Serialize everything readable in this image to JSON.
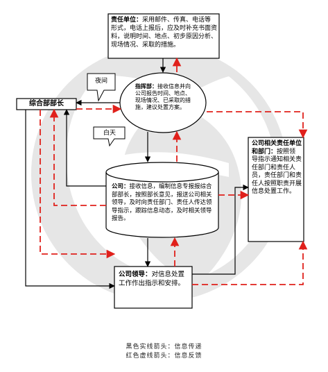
{
  "colors": {
    "info_arrow": "#000000",
    "feedback_arrow": "#e0201b",
    "watermark": "#c9c9c9",
    "box_border": "#000000",
    "background": "#ffffff"
  },
  "watermark": {
    "icon": "company-logo-watermark"
  },
  "nodes": {
    "responsible_unit": {
      "title": "责任单位：",
      "text": "采用邮件、传真、电话等形式，电话上报后，应及时补充书面资料，说明时间、地点、初步原因分析、现场情况、采取的措施。"
    },
    "command_center": {
      "title": "指挥部：",
      "text": "接收信息并向公司报告时间、地点、现场情况、已采取的措施，建议处置方案。"
    },
    "general_dept_head": {
      "label": "综合部部长"
    },
    "company_store": {
      "title": "公司：",
      "text": "接收信息，编制信息专报报综合部部长，按照部长意见，报送公司相关领导，及时向责任部门、责任人传达领导指示，跟踪信息动态，及时相关领导报告。"
    },
    "related_units": {
      "title": "公司相关责任单位和部门：",
      "text": "按照领导指示通知相关责任部门和责任人员，责任部门和责任人按照职责开展信息处置工作。"
    },
    "company_leader": {
      "title": "公司领导：",
      "text": "对信息处置工作作出指示和安排。"
    }
  },
  "callouts": {
    "night": "夜间",
    "day": "白天"
  },
  "legend": {
    "black_line": "黑色实线箭头：信息传递",
    "red_line": "红色虚线箭头：信息反馈"
  }
}
